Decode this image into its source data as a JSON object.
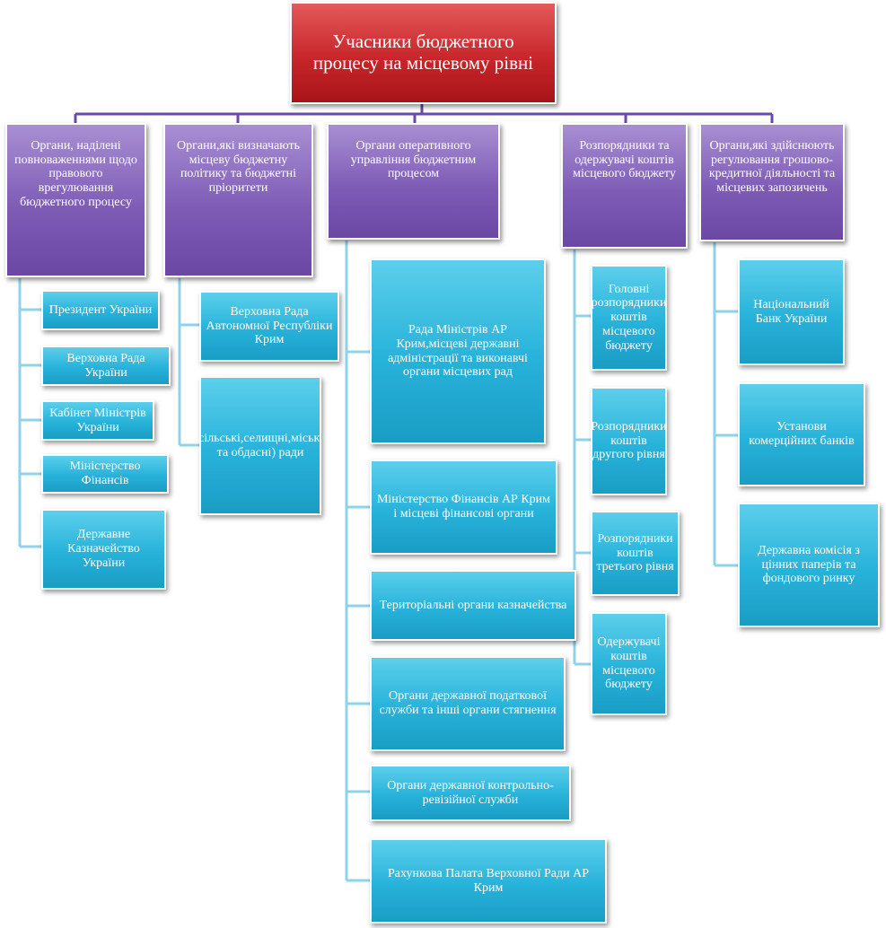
{
  "root": {
    "title": "Учасники бюджетного процесу на місцевому рівні"
  },
  "categories": [
    {
      "label": "Органи, наділені повноваженнями щодо правового врегулювання бюджетного процесу",
      "items": [
        "Президент України",
        "Верховна Рада України",
        "Кабінет Міністрів України",
        "Міністерство Фінансів",
        "Державне Казначейство України"
      ]
    },
    {
      "label": "Органи,які визначають місцеву бюджетну політику та бюджетні пріоритети",
      "items": [
        "Верховна Рада Автономної Республіки Крим",
        "Місцеві(сільські,селищні,міські,районні та обдасні) ради"
      ]
    },
    {
      "label": "Органи оперативного управління бюджетним процесом",
      "items": [
        "Рада Міністрів АР Крим,місцеві державні адміністрації та виконавчі органи місцевих рад",
        "Міністерство Фінансів АР Крим і місцеві фінансові органи",
        "Територіальні органи казначейства",
        "Органи державної податкової служби та інші органи стягнення",
        "Органи державної контрольно-ревізійної служби",
        "Рахункова Палата Верховної Ради АР Крим"
      ]
    },
    {
      "label": "Розпорядники та одержувачі коштів місцевого бюджету",
      "items": [
        "Головні розпорядники коштів місцевого бюджету",
        "Розпорядники коштів другого рівня",
        "Розпорядники коштів третього рівня",
        "Одержувачі коштів місцевого бюджету"
      ]
    },
    {
      "label": "Органи,які здійснюють регулювання грошово-кредитної діяльності та місцевих запозичень",
      "items": [
        "Національний Банк України",
        "Установи комерційних банків",
        "Державна комісія з цінних паперів та фондового ринку"
      ]
    }
  ],
  "colors": {
    "root": "#c8262a",
    "category": "#7e5cb6",
    "leaf": "#27b2da",
    "connector": "#6a4aa8"
  }
}
